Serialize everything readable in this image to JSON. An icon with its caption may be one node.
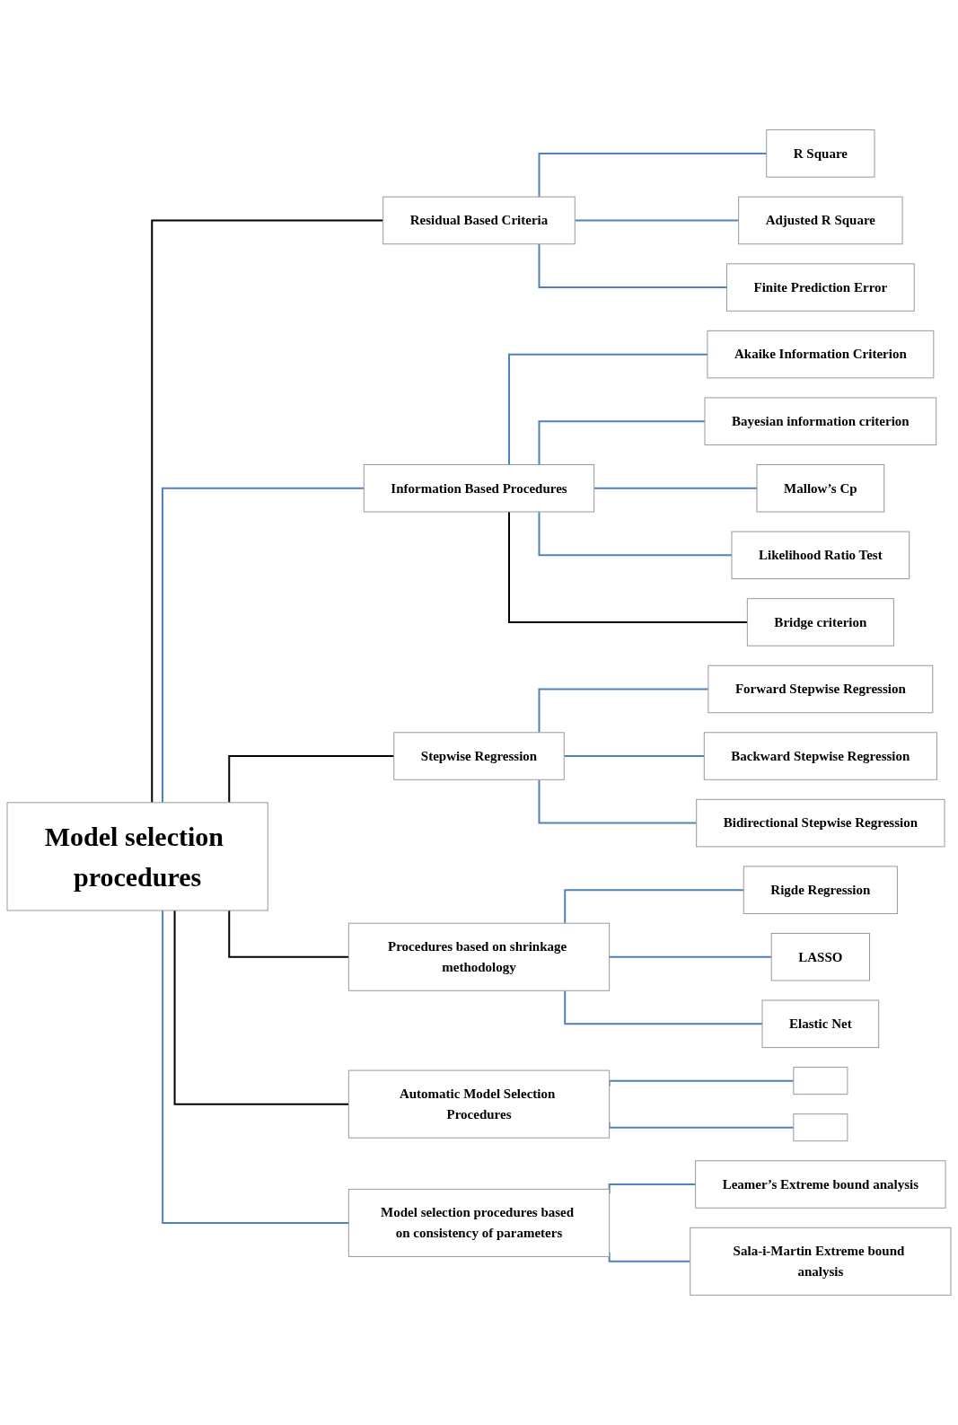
{
  "diagram": {
    "nodes": [
      {
        "text": [
          "Model selection procedures"
        ]
      },
      {
        "text": [
          "Residual Based Criteria"
        ]
      },
      {
        "text": [
          "R Square"
        ]
      },
      {
        "text": [
          "Adjusted R Square"
        ]
      },
      {
        "text": [
          "Finite Prediction Error"
        ]
      },
      {
        "text": [
          "Information Based Procedures"
        ]
      },
      {
        "text": [
          "Akaike Information Criterion"
        ]
      },
      {
        "text": [
          "Bayesian information criterion"
        ]
      },
      {
        "text": [
          "Mallow’s Cp"
        ]
      },
      {
        "text": [
          "Likelihood Ratio Test"
        ]
      },
      {
        "text": [
          "Bridge criterion"
        ]
      },
      {
        "text": [
          "Stepwise Regression"
        ]
      },
      {
        "text": [
          "Forward Stepwise Regression"
        ]
      },
      {
        "text": [
          "Backward Stepwise Regression"
        ]
      },
      {
        "text": [
          "Bidirectional Stepwise Regression"
        ]
      },
      {
        "text": [
          "Procedures based on shrinkage methodology"
        ]
      },
      {
        "text": [
          "Rigde Regression"
        ]
      },
      {
        "text": [
          "LASSO"
        ]
      },
      {
        "text": [
          "Elastic Net"
        ]
      },
      {
        "text": [
          "Automatic Model Selection Procedures"
        ]
      },
      {
        "text": [],
        "shape": "box"
      },
      {
        "text": [],
        "shape": "box"
      },
      {
        "text": [
          "Model selection procedures based on consistency of parameters"
        ]
      },
      {
        "text": [
          "Leamer’s Extreme bound analysis"
        ]
      },
      {
        "text": [
          "Sala-i-Martin Extreme bound analysis"
        ]
      }
    ],
    "edges": [
      {
        "from": 0,
        "to": 1,
        "arrow": "none",
        "color": "#000000"
      },
      {
        "from": 0,
        "to": 5,
        "arrow": "none"
      },
      {
        "from": 0,
        "to": 11,
        "arrow": "none",
        "color": "#000000"
      },
      {
        "from": 0,
        "to": 15,
        "arrow": "none",
        "color": "#000000"
      },
      {
        "from": 0,
        "to": 19,
        "arrow": "none",
        "color": "#000000"
      },
      {
        "from": 0,
        "to": 22,
        "arrow": "none"
      },
      {
        "from": 1,
        "to": 2,
        "arrow": "none"
      },
      {
        "from": 1,
        "to": 3,
        "arrow": "none"
      },
      {
        "from": 1,
        "to": 4,
        "arrow": "none"
      },
      {
        "from": 5,
        "to": 6,
        "arrow": "none"
      },
      {
        "from": 5,
        "to": 7,
        "arrow": "none"
      },
      {
        "from": 5,
        "to": 8,
        "arrow": "none"
      },
      {
        "from": 5,
        "to": 9,
        "arrow": "none"
      },
      {
        "from": 5,
        "to": 10,
        "arrow": "none",
        "color": "#000000"
      },
      {
        "from": 11,
        "to": 12,
        "arrow": "none"
      },
      {
        "from": 11,
        "to": 13,
        "arrow": "none"
      },
      {
        "from": 11,
        "to": 14,
        "arrow": "none"
      },
      {
        "from": 15,
        "to": 16,
        "arrow": "none"
      },
      {
        "from": 15,
        "to": 17,
        "arrow": "none"
      },
      {
        "from": 15,
        "to": 18,
        "arrow": "none"
      },
      {
        "from": 19,
        "to": 20,
        "arrow": "none"
      },
      {
        "from": 19,
        "to": 21,
        "arrow": "none"
      },
      {
        "from": 22,
        "to": 23,
        "arrow": "none"
      },
      {
        "from": 22,
        "to": 24,
        "arrow": "none"
      }
    ]
  }
}
